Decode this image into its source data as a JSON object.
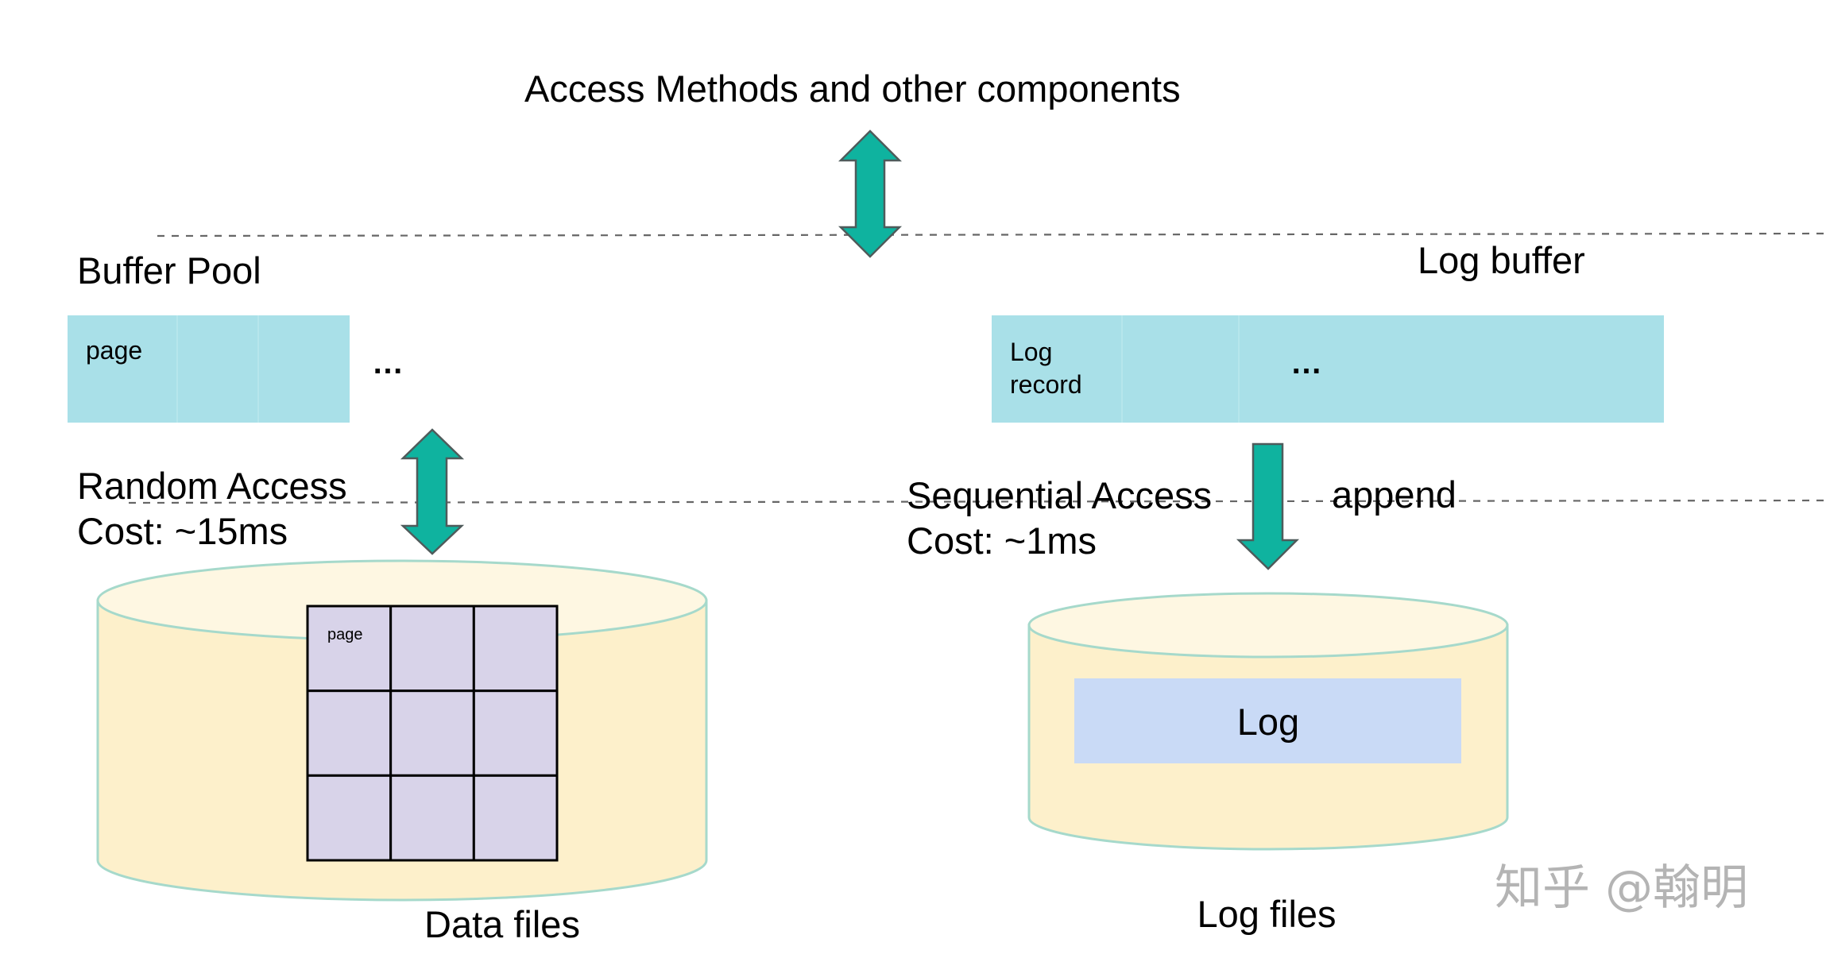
{
  "header": {
    "title": "Access Methods and other components"
  },
  "buffer_pool": {
    "label": "Buffer Pool",
    "first_slot_label": "page",
    "ellipsis": "…"
  },
  "log_buffer": {
    "label": "Log buffer",
    "first_slot_label_line1": "Log",
    "first_slot_label_line2": "record",
    "ellipsis": "…"
  },
  "random_access": {
    "line1": "Random Access",
    "line2": "Cost: ~15ms"
  },
  "sequential_access": {
    "line1": "Sequential Access",
    "line2": "Cost: ~1ms",
    "op_label": "append"
  },
  "data_files": {
    "label": "Data files",
    "grid_rows": 3,
    "grid_cols": 3,
    "first_cell_label": "page"
  },
  "log_files": {
    "label": "Log files",
    "content_label": "Log"
  },
  "watermark": {
    "text": "知乎 @翰明"
  },
  "colors": {
    "arrow": "#0fb39f",
    "buffer": "#a9e0e8",
    "cylinder": "#fdf0cb",
    "page_grid": "#d8d3e9",
    "log_block": "#c9daf6"
  }
}
